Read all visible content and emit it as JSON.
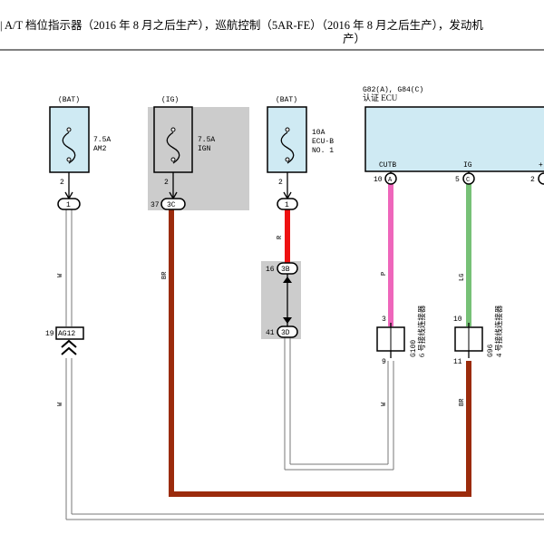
{
  "header": {
    "line1": "| A/T 档位指示器（2016 年 8 月之后生产），巡航控制（5AR-FE）（2016 年 8 月之后生产），发动机",
    "line2": "产）"
  },
  "fuses": [
    {
      "source": "(BAT)",
      "rating": "7.5A",
      "name": "AM2",
      "name2": "",
      "pin": "2",
      "connector": "1"
    },
    {
      "source": "(IG)",
      "rating": "7.5A",
      "name": "IGN",
      "name2": "",
      "pin": "2",
      "connector": "3C",
      "connector_pin": "37"
    },
    {
      "source": "(BAT)",
      "rating": "10A",
      "name": "ECU-B",
      "name2": "NO. 1",
      "pin": "2",
      "connector": "1"
    }
  ],
  "ecu": {
    "code": "G82(A), G84(C)",
    "name": "认证 ECU",
    "terminals": [
      {
        "label": "CUTB",
        "pin": "10",
        "conn": "A"
      },
      {
        "label": "IG",
        "pin": "5",
        "conn": "C"
      },
      {
        "label": "+",
        "pin": "2",
        "conn": ""
      }
    ]
  },
  "wires": {
    "am2": "W",
    "ign": "BR",
    "ecub_red": "R",
    "cutb": "P",
    "ig": "LG",
    "g100_out": "W",
    "g96_out": "BR",
    "bottom_left": "W"
  },
  "junctions": {
    "j16": {
      "pin": "16",
      "conn": "3B"
    },
    "j41": {
      "pin": "41",
      "conn": "3D"
    },
    "ag12": {
      "pin": "19",
      "conn": "AG12"
    }
  },
  "connectors": {
    "g100": {
      "code": "G100",
      "desc": "6 号接线连接器",
      "pin_in": "3",
      "pin_out": "9"
    },
    "g96": {
      "code": "G96",
      "desc": "4 号接线连接器",
      "pin_in": "10",
      "pin_out": "11"
    }
  },
  "colors": {
    "fuse_fill": "#cfeaf3",
    "gray_box": "#cccccc",
    "brown": "#9b2b0c",
    "red": "#ee1111",
    "pink": "#ee66bb",
    "green": "#77c177"
  }
}
